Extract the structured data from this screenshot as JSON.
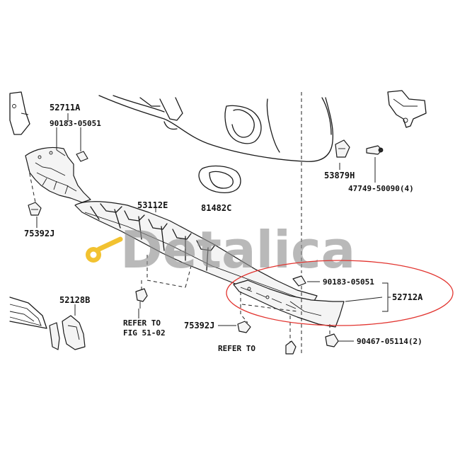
{
  "watermark": "Detalica",
  "colors": {
    "line": "#1a1a1a",
    "highlight": "#e2342f",
    "watermark": "#8f8f8f",
    "watermark_key": "#f2c230"
  },
  "labels": {
    "p52711A": "52711A",
    "p90183_left": "90183-05051",
    "p53112E": "53112E",
    "p81482C": "81482C",
    "p75392J_left": "75392J",
    "p53879H": "53879H",
    "p47749": "47749-50090(4)",
    "p90183_right": "90183-05051",
    "p52712A": "52712A",
    "p52128B": "52128B",
    "refer_to_1": "REFER TO",
    "fig_51_02": "FIG 51-02",
    "p75392J_right": "75392J",
    "refer_to_2": "REFER TO",
    "p90467": "90467-05114(2)"
  }
}
